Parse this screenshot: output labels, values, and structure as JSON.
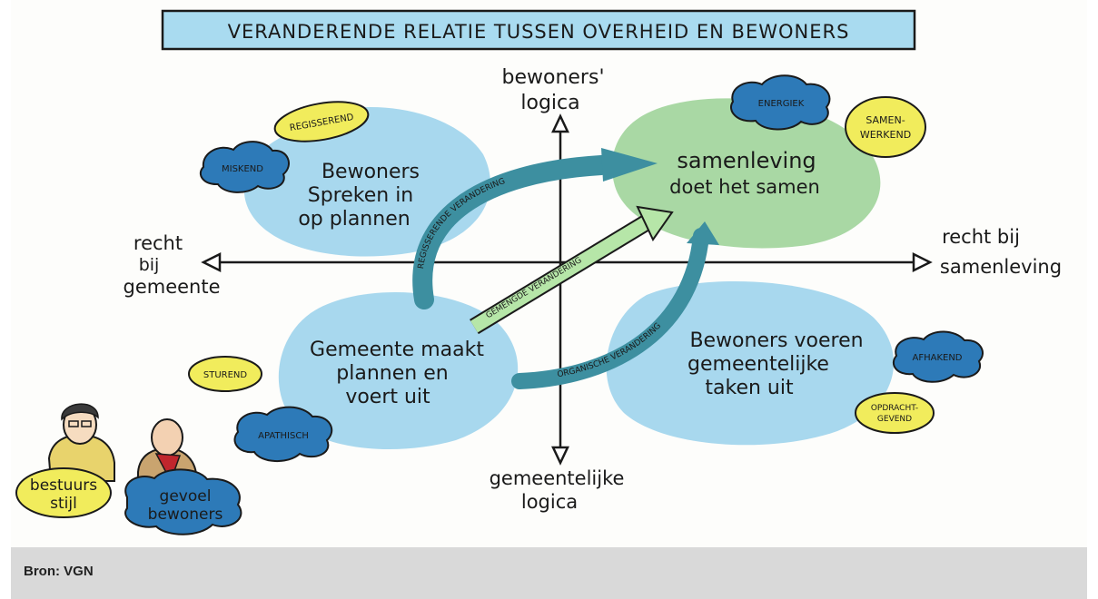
{
  "title": "VERANDERENDE RELATIE TUSSEN OVERHEID EN BEWONERS",
  "axes": {
    "top": [
      "bewoners'",
      "logica"
    ],
    "bottom": [
      "gemeentelijke",
      "logica"
    ],
    "left": [
      "recht",
      "bij",
      "gemeente"
    ],
    "right": [
      "recht bij",
      "samenleving"
    ]
  },
  "quadrants": {
    "top_left": [
      "Bewoners",
      "Spreken in",
      "op plannen"
    ],
    "top_right": [
      "samenleving",
      "doet het samen"
    ],
    "bottom_left": [
      "Gemeente maakt",
      "plannen en",
      "voert uit"
    ],
    "bottom_right": [
      "Bewoners voeren",
      "gemeentelijke",
      "taken uit"
    ]
  },
  "tags": {
    "regisserend": "REGISSEREND",
    "miskend": "MISKEND",
    "energiek": "ENERGIEK",
    "samenwerkend": [
      "SAMEN-",
      "WERKEND"
    ],
    "sturend": "STUREND",
    "apathisch": "APATHISCH",
    "afhakend": "AFHAKEND",
    "opdrachtgevend": [
      "OPDRACHT-",
      "GEVEND"
    ]
  },
  "arrows": {
    "top": "REGISSERENDE VERANDERING",
    "middle": "GEMENGDE VERANDERING",
    "bottom": "ORGANISCHE VERANDERING"
  },
  "legend": {
    "bestuursstijl": [
      "bestuurs",
      "stijl"
    ],
    "gevoel": [
      "gevoel",
      "bewoners"
    ]
  },
  "caption": "Bron: VGN",
  "colors": {
    "title_fill": "#a9dbf0",
    "blue_blob": "#a8d8ee",
    "green_blob": "#a9d8a4",
    "yellow_tag": "#f1ec5c",
    "blue_cloud": "#2d7ab8",
    "arrow_teal": "#3d8fa0",
    "arrow_green": "#b6e6a8",
    "caption_bar": "#d9d9d9"
  }
}
